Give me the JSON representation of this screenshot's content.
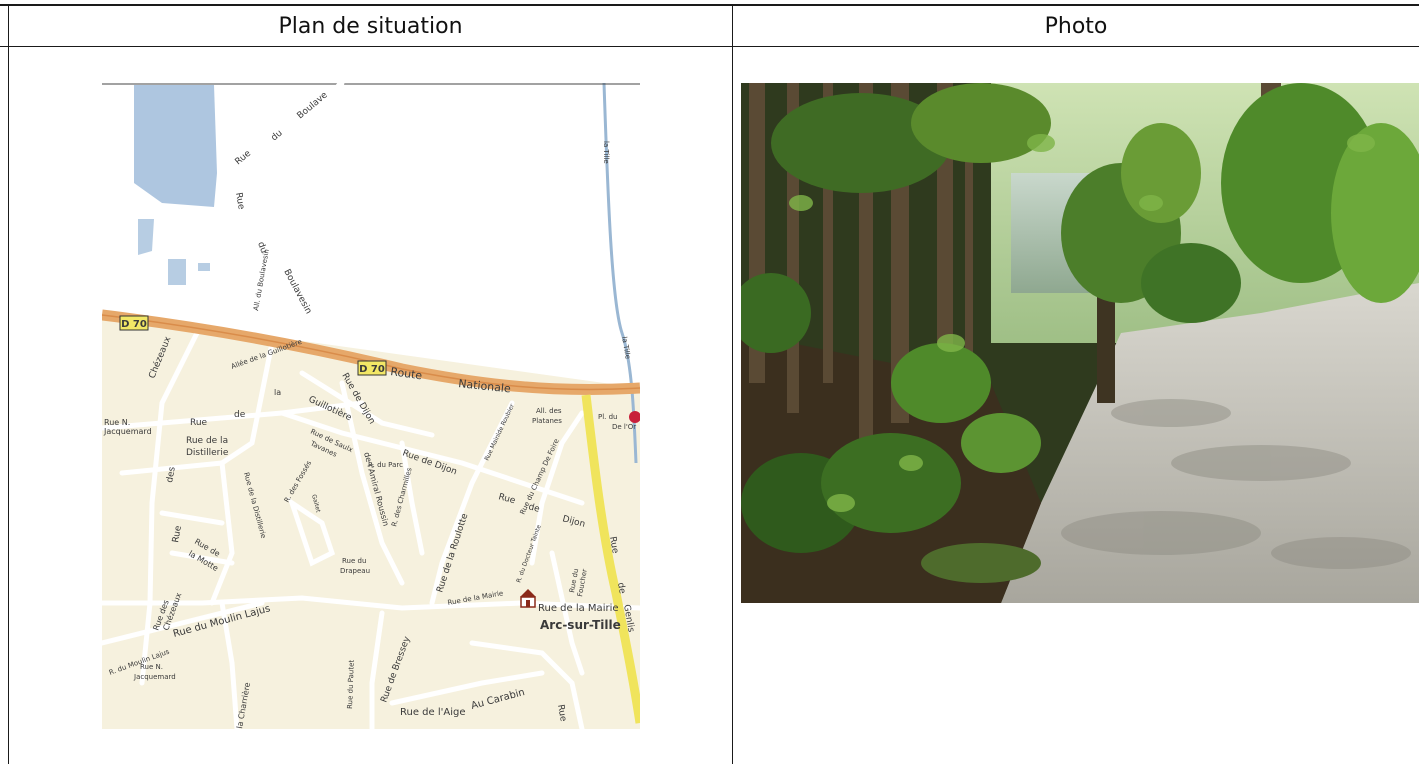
{
  "table": {
    "headers": {
      "left": "Plan de situation",
      "right": "Photo"
    }
  },
  "map": {
    "road_badge_1": "D 70",
    "road_badge_2": "D 70",
    "route_label": "Route",
    "nationale_label": "Nationale",
    "labels": {
      "rue_du_boulavesin_top_rue": "Rue",
      "rue_du_boulavesin_top_du": "du",
      "rue_du_boulavesin_top_name": "Boulave",
      "rue_du_boulavesin_left_rue": "Rue",
      "rue_du_boulavesin_left_du": "du",
      "rue_du_boulavesin_left_name": "Boulavesin",
      "all_du_boulavesin": "All. du Boulavesin",
      "la_tille_north": "la Tille",
      "la_tille_south": "la Tille",
      "rue_n_jacquemard_1a": "Rue N.",
      "rue_n_jacquemard_1b": "Jacquemard",
      "rue_de_chezeaux_rue": "Rue",
      "rue_de_chezeaux_de": "de",
      "rue_de_chezeaux_name": "Chézeaux",
      "allee_guillotiere": "Allée de la Guillotière",
      "la": "la",
      "guillotiere": "Guillotière",
      "rue_de_dijon_north": "Rue de Dijon",
      "rue_de_la_distillerie_1": "Rue de la",
      "rue_de_la_distillerie_2": "Distillerie",
      "rue_de_saulx": "Rue de Saulx",
      "tavanes": "Tavanes",
      "rue_de_dijon_mid": "Rue de Dijon",
      "rue_de_dijon_east_rue": "Rue",
      "rue_de_dijon_east_de": "de",
      "rue_de_dijon_east_name": "Dijon",
      "rue_mairie_roubier": "Rue Mainlde Roubier",
      "all_des_platanes_1": "All. des",
      "all_des_platanes_2": "Platanes",
      "pl_du_1": "Pl. du",
      "pl_du_2": "De l'Or",
      "rue_champ_de_foire": "Rue du Champ De Foire",
      "rue_docteur_tainte": "R. du Docteur Tainte",
      "rue_des_chezeaux_vertical_1": "des",
      "rue_des_chezeaux_vertical_2": "Rue",
      "rue_de_la_distillerie_v": "Rue de la Distillerie",
      "rue_de_amiral_roussin": "de l'Amiral Roussin",
      "r_du_parc": "R. du Parc",
      "r_des_charmilles": "R. des Charmilles",
      "r_des_fosses": "R. des Fossés",
      "gaitet": "Gaitet",
      "rue_de_la_roulotte": "Rue de la Roulotte",
      "rue_du_drapeau_1": "Rue du",
      "rue_du_drapeau_2": "Drapeau",
      "rue_de_la_motte_1": "Rue de",
      "rue_de_la_motte_2": "la Motte",
      "rue_des_chezeaux_sw_1": "Rue des",
      "rue_des_chezeaux_sw_2": "Chézeaux",
      "rue_du_moulin_lajus": "Rue du Moulin Lajus",
      "r_du_moulin_lajus": "R. du Moulin Lajus",
      "rue_de_la_mairie_small": "Rue de la Mairie",
      "rue_de_la_mairie_big": "Rue de la Mairie",
      "arc_sur_tille": "Arc-sur-Tille",
      "rue_du_foucher_1": "Rue du",
      "rue_du_foucher_2": "Foucher",
      "rue_de_genlis_rue": "Rue",
      "rue_de_genlis_de": "de",
      "rue_de_genlis_name": "Genlis",
      "rue_n_jacquemard_2a": "Rue N.",
      "rue_n_jacquemard_2b": "Jacquemard",
      "rue_de_bressey": "Rue de Bressey",
      "rue_du_pautet": "Rue du Pautet",
      "la_charriere": "la Charrière",
      "rue_de_l_aige": "Rue de l'Aige",
      "au_carabin": "Au Carabin",
      "rue_se": "Rue"
    }
  },
  "photo": {
    "subject": "gravel path along a river bank with trees and vegetation"
  }
}
